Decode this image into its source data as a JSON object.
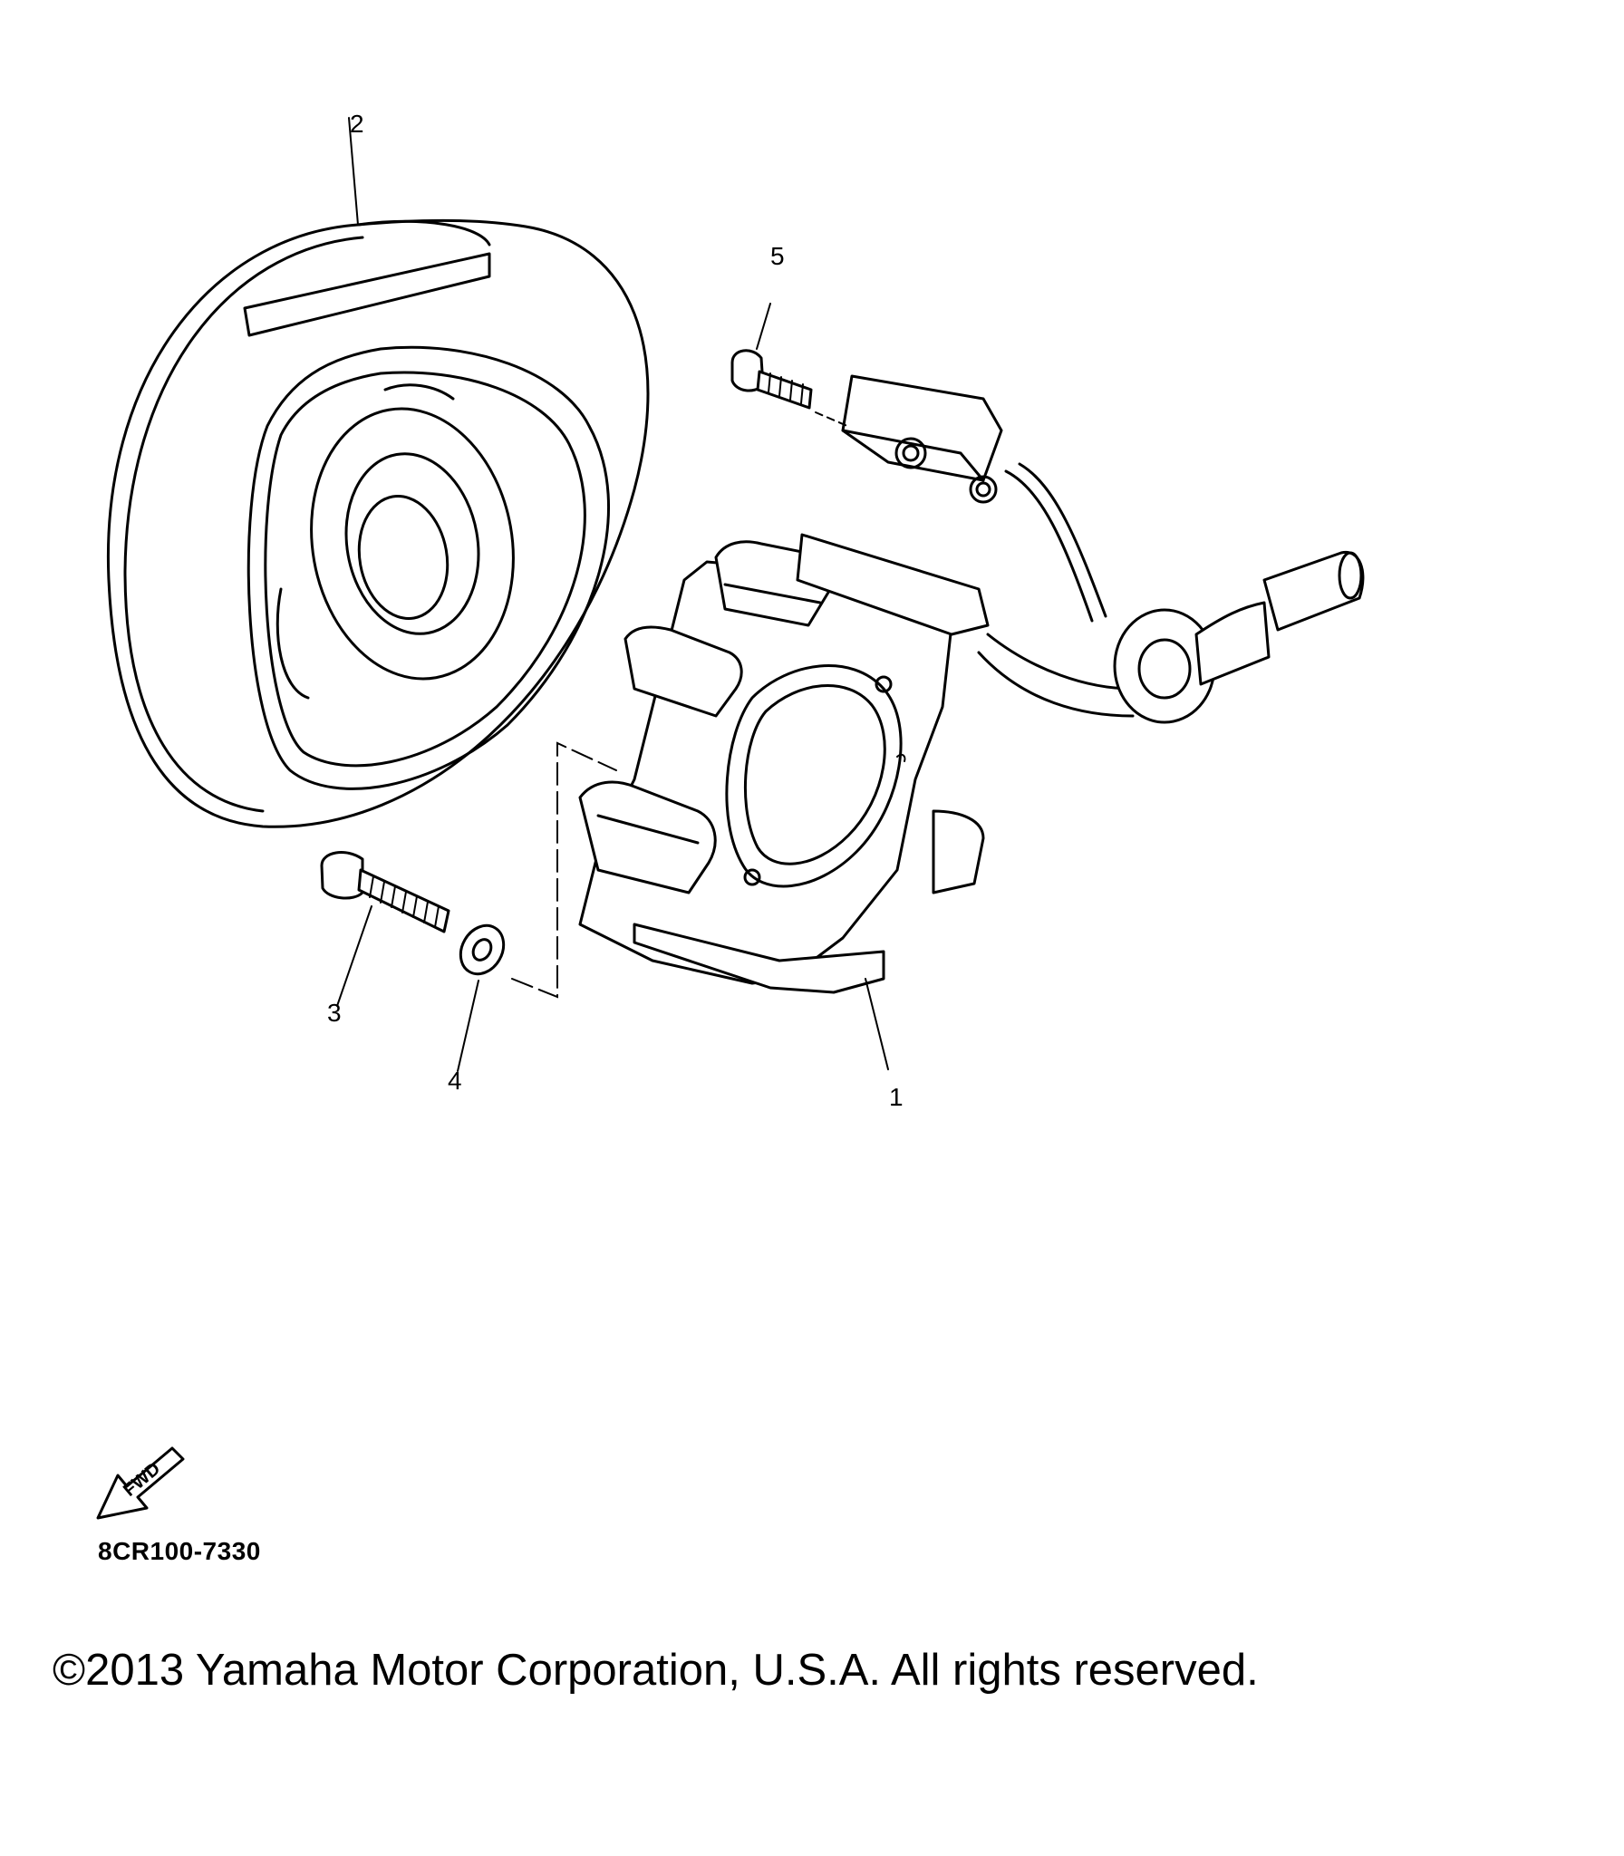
{
  "callouts": {
    "c1": "1",
    "c2": "2",
    "c3": "3",
    "c4": "4",
    "c5": "5"
  },
  "fwd_label": "FWD",
  "reference_code": "8CR100-7330",
  "copyright": "©2013 Yamaha Motor Corporation, U.S.A. All rights reserved."
}
